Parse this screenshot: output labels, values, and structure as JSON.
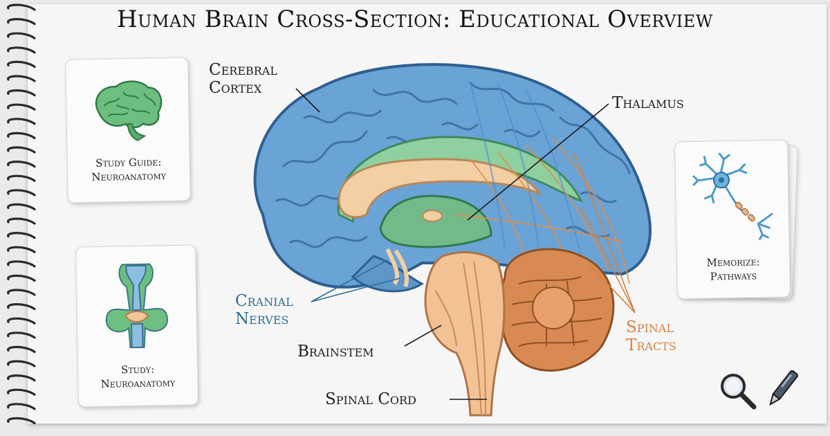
{
  "title": "Human Brain Cross-Section: Educational Overview",
  "cards": {
    "study_guide": {
      "line1": "Study Guide:",
      "line2": "Neuroanatomy",
      "icon": "brain-icon"
    },
    "study": {
      "line1": "Study:",
      "line2": "Neuroanatomy",
      "icon": "brainstem-icon"
    },
    "memorize": {
      "line1": "Memorize:",
      "line2": "Pathways",
      "icon": "neuron-icon"
    }
  },
  "labels": {
    "cerebral_cortex": {
      "line1": "Cerebral",
      "line2": "Cortex"
    },
    "thalamus": "Thalamus",
    "cranial_nerves": {
      "line1": "Cranial",
      "line2": "Nerves"
    },
    "brainstem": "Brainstem",
    "spinal_cord": "Spinal Cord",
    "spinal_tracts": {
      "line1": "Spinal",
      "line2": "Tracts"
    }
  },
  "tools": [
    "magnifier-icon",
    "pen-icon"
  ],
  "colors": {
    "cortex_blue": "#5b93c9",
    "limbic_green": "#7fbf8f",
    "brainstem_peach": "#f2bf8e",
    "cerebellum_orange": "#d98e55",
    "label_blue": "#2d6e9a",
    "label_orange": "#d9803a"
  }
}
